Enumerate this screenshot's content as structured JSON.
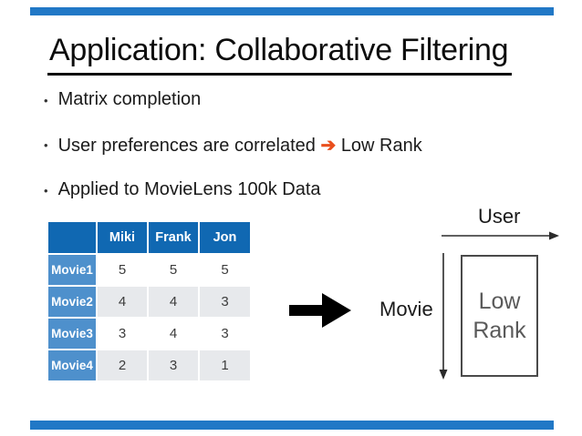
{
  "slide": {
    "title": "Application: Collaborative Filtering",
    "bullets": [
      {
        "pre": "Matrix completion",
        "arrow": "",
        "post": ""
      },
      {
        "pre": "User preferences are correlated",
        "arrow": "➔",
        "post": "Low Rank"
      },
      {
        "pre": "Applied to MovieLens 100k Data",
        "arrow": "",
        "post": ""
      }
    ]
  },
  "table": {
    "columns": [
      "",
      "Miki",
      "Frank",
      "Jon"
    ],
    "rows": [
      {
        "label": "Movie1",
        "values": [
          "5",
          "5",
          "5"
        ]
      },
      {
        "label": "Movie2",
        "values": [
          "4",
          "4",
          "3"
        ]
      },
      {
        "label": "Movie3",
        "values": [
          "3",
          "4",
          "3"
        ]
      },
      {
        "label": "Movie4",
        "values": [
          "2",
          "3",
          "1"
        ]
      }
    ]
  },
  "diagram": {
    "user_label": "User",
    "movie_label": "Movie",
    "box_line1": "Low",
    "box_line2": "Rank"
  },
  "colors": {
    "accent_bar_blue": "#2178C6",
    "table_header_blue": "#1068B2",
    "table_label_blue": "#4E90CC",
    "table_row_gray": "#E7E9EC",
    "bullet_arrow_orange": "#E94F1D",
    "box_text_gray": "#5a5a5a"
  }
}
